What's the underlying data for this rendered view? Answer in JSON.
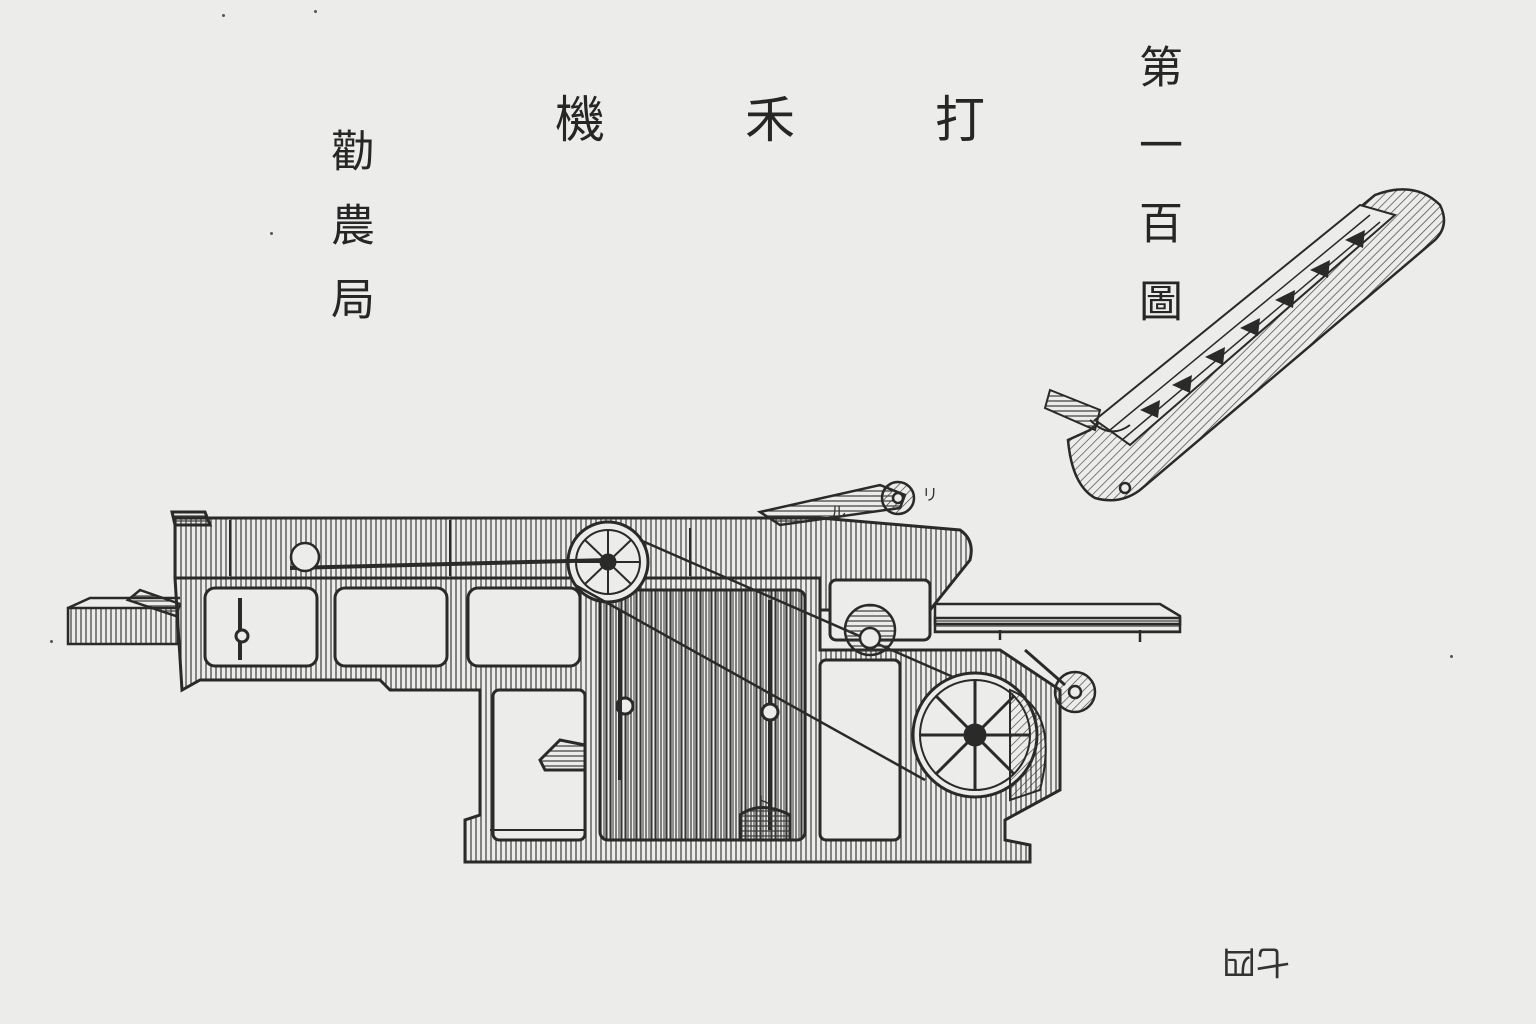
{
  "figure_label": "第一百圖",
  "title_chars": [
    "機",
    "禾",
    "打"
  ],
  "publisher": "勸農局",
  "page_number": "七四",
  "callouts": [
    "リ",
    "ル",
    "ト"
  ],
  "ink_color": "#2a2a2a",
  "paper_color": "#ececea"
}
